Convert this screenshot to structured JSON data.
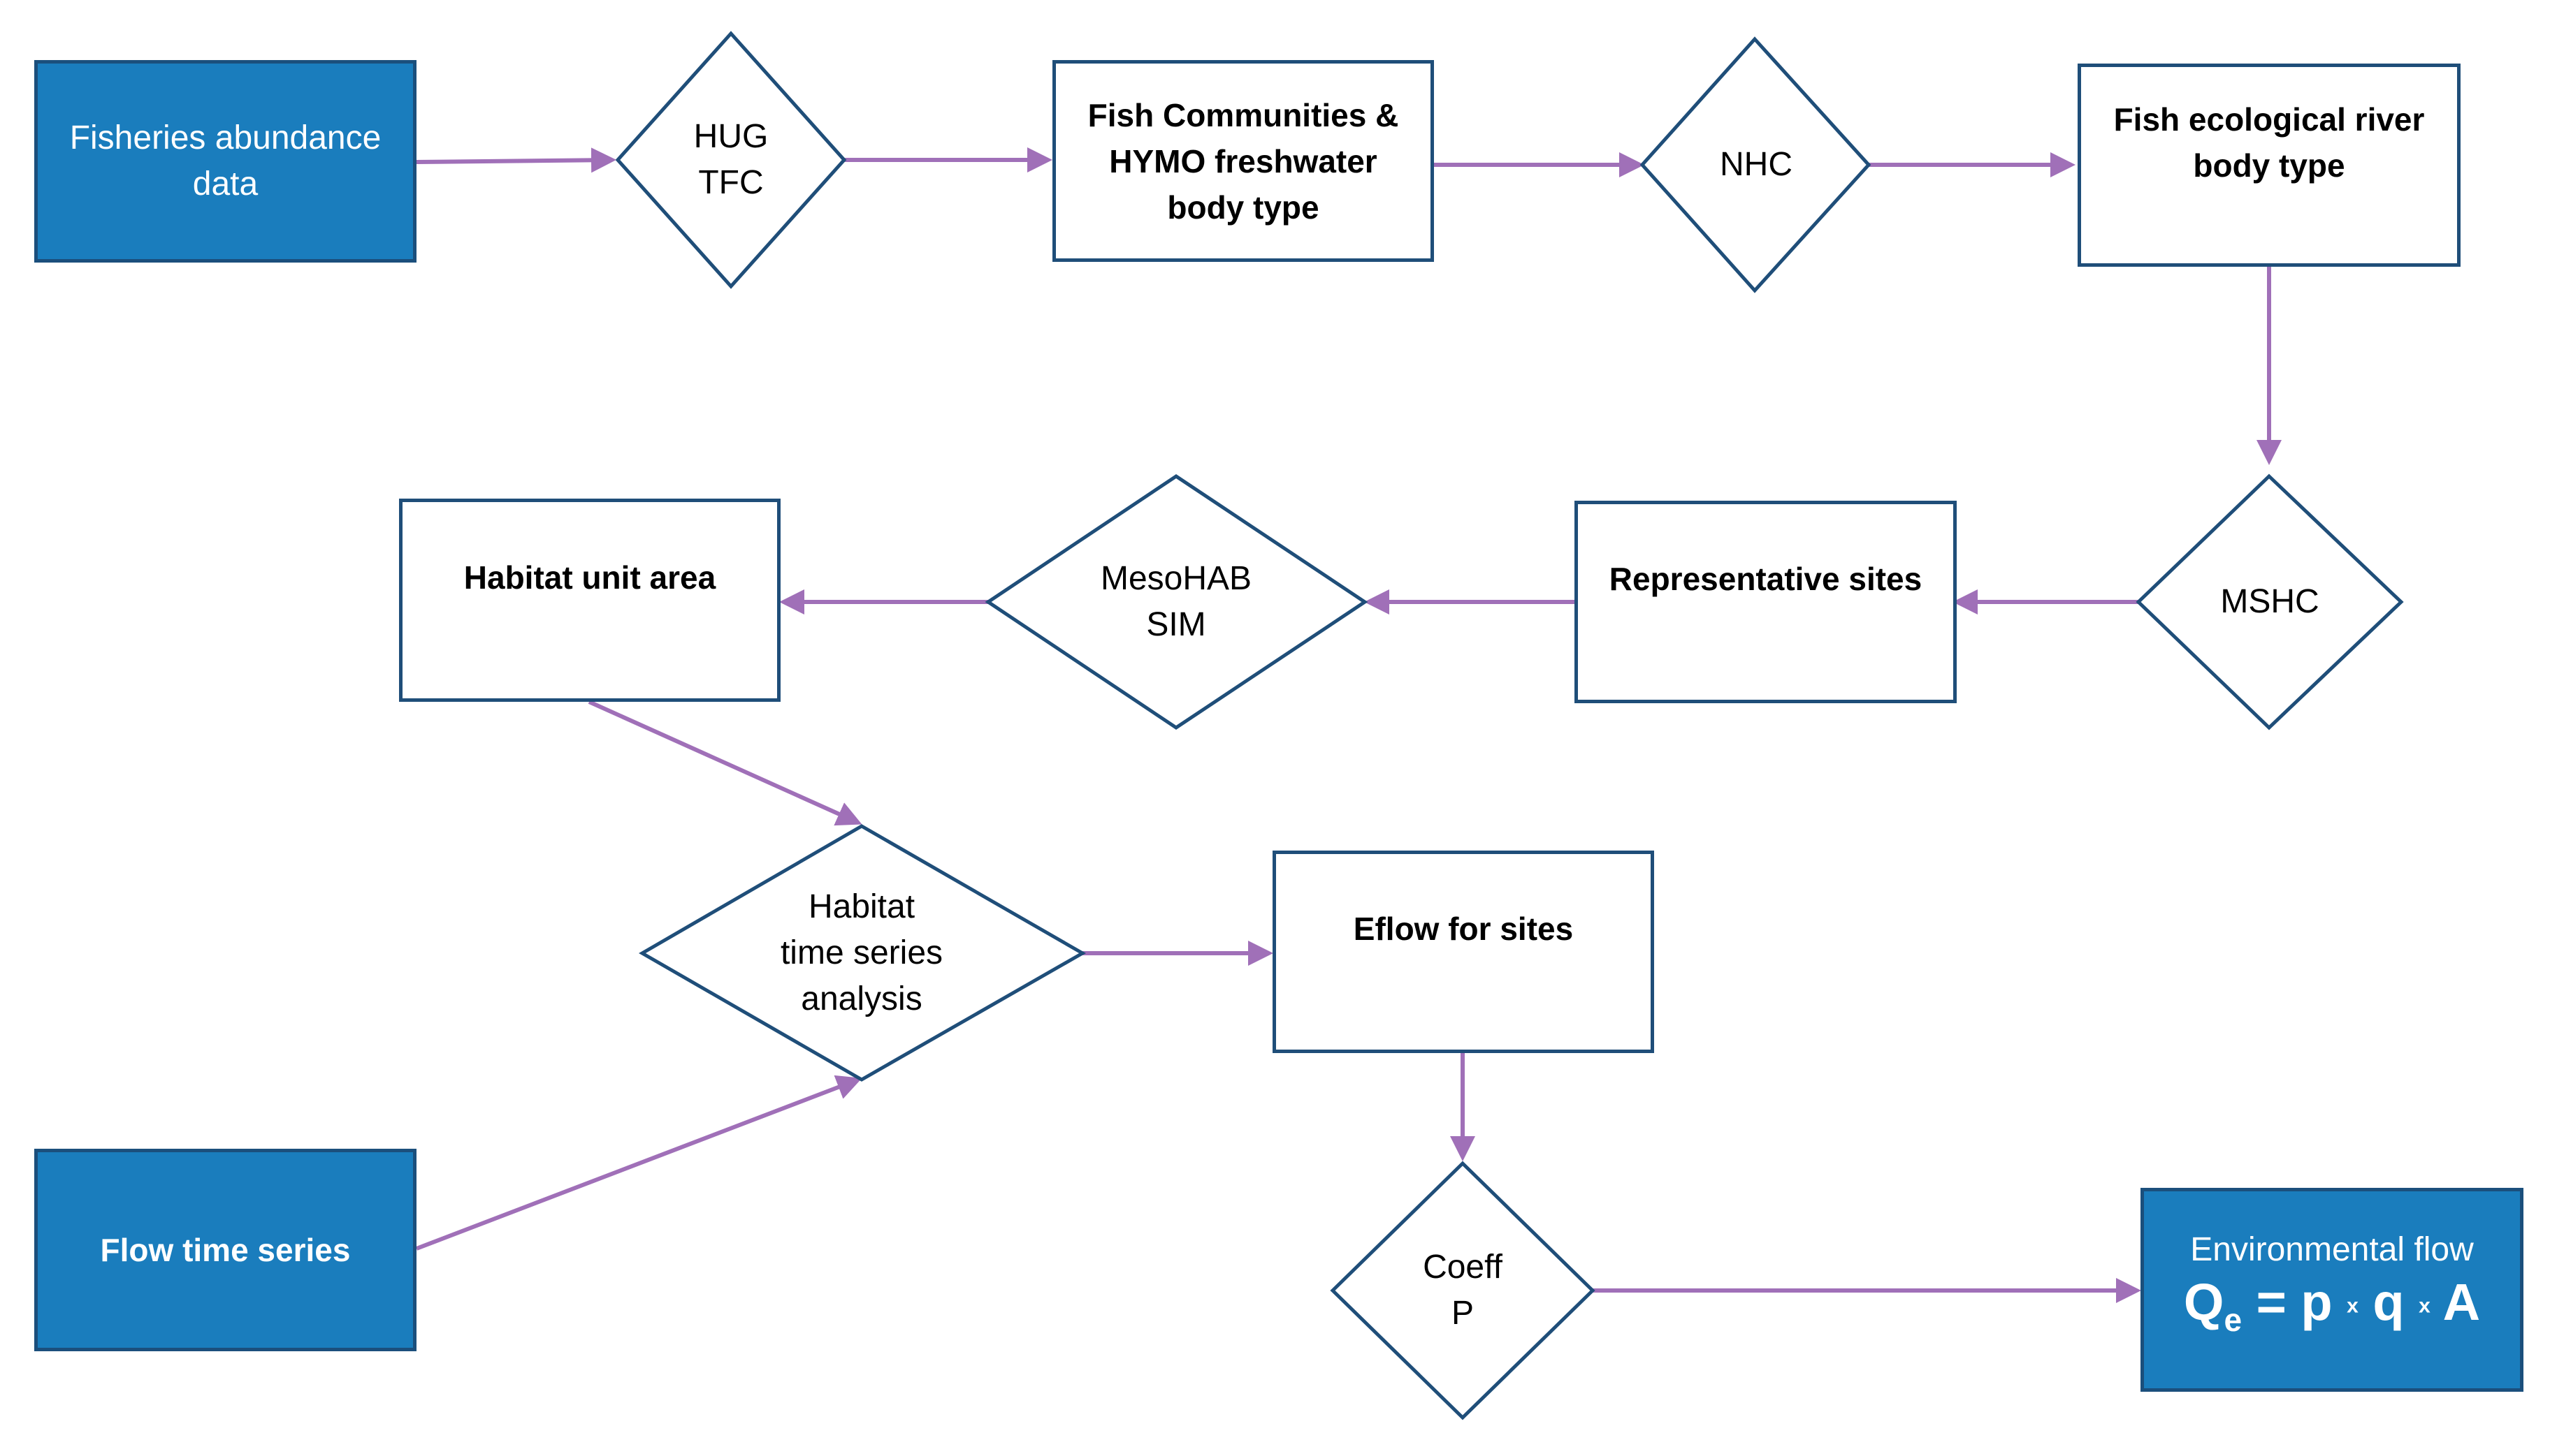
{
  "colors": {
    "arrow": "#a070b8",
    "dark_fill": "#1a7dbd",
    "dark_border": "#1b4f7c",
    "outline": "#1f4e79"
  },
  "nodes": {
    "fisheries": "Fisheries abundance\ndata",
    "hug_tfc": "HUG\nTFC",
    "fish_communities": "Fish Communities &\nHYMO  freshwater\nbody type",
    "nhc": "NHC",
    "fish_ecological": "Fish ecological river\nbody type",
    "mshc": "MSHC",
    "representative_sites": "Representative sites",
    "mesohab_sim": "MesoHAB\nSIM",
    "habitat_unit_area": "Habitat unit area",
    "habitat_time_series": "Habitat\ntime series\nanalysis",
    "eflow_for_sites": "Eflow for sites",
    "flow_time_series": "Flow time series",
    "coeff_p": "Coeff\nP",
    "environmental_flow": {
      "title": "Environmental flow",
      "formula_Q": "Q",
      "formula_sub": "e",
      "formula_eq": " = p",
      "formula_x1": "x",
      "formula_q": "q",
      "formula_x2": "x",
      "formula_A": "A"
    }
  }
}
